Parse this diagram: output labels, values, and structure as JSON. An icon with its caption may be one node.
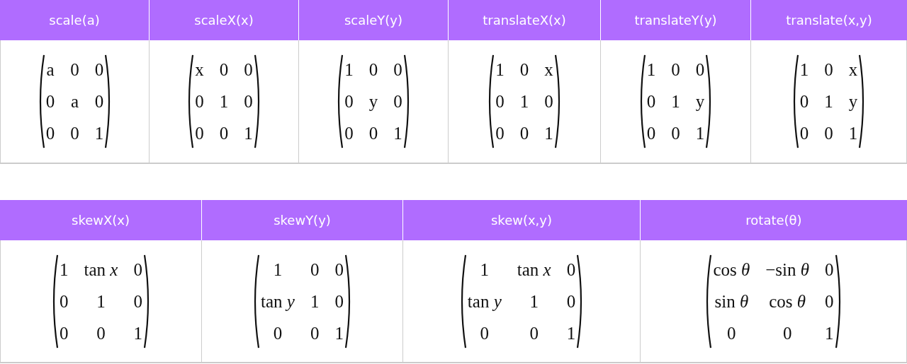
{
  "diagram": {
    "labels": [
      "scale(a)",
      "scaleX(x)",
      "scaleY(y)",
      "translateX(x)",
      "translateY(y)",
      "translate(x,y)",
      "a",
      "0",
      "0",
      "0",
      "a",
      "0",
      "0",
      "0",
      "1",
      "x",
      "0",
      "0",
      "0",
      "1",
      "0",
      "0",
      "0",
      "1",
      "1",
      "0",
      "0",
      "0",
      "y",
      "0",
      "0",
      "0",
      "1",
      "1",
      "0",
      "x",
      "0",
      "1",
      "0",
      "0",
      "0",
      "1",
      "1",
      "0",
      "0",
      "0",
      "1",
      "y",
      "0",
      "0",
      "1",
      "1",
      "0",
      "x",
      "0",
      "1",
      "y",
      "0",
      "0",
      "1",
      "skewX(x)",
      "skewY(y)",
      "skew(x,y)",
      "rotate(θ)",
      "1",
      "tan *x*",
      "0",
      "0",
      "1",
      "0",
      "0",
      "0",
      "1",
      "1",
      "0",
      "0",
      "tan *y*",
      "1",
      "0",
      "0",
      "0",
      "1",
      "1",
      "tan *x*",
      "0",
      "tan *y*",
      "1",
      "0",
      "0",
      "0",
      "1",
      "cos *θ*",
      "−sin *θ*",
      "0",
      "sin *θ*",
      "cos *θ*",
      "0",
      "0",
      "0",
      "1"
    ]
  }
}
